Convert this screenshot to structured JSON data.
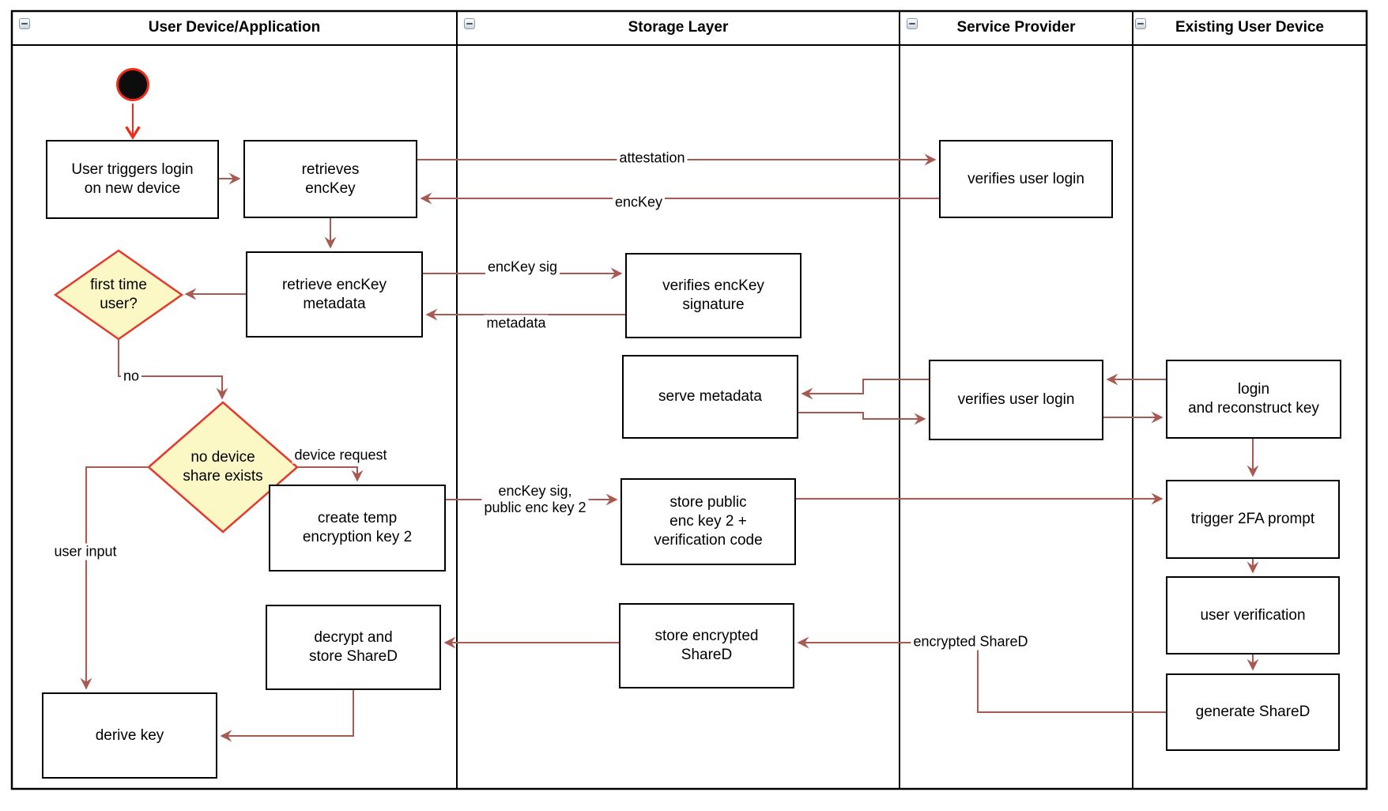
{
  "lanes": [
    {
      "title": "User Device/Application"
    },
    {
      "title": "Storage Layer"
    },
    {
      "title": "Service Provider"
    },
    {
      "title": "Existing User Device"
    }
  ],
  "nodes": {
    "n1": {
      "label": "User triggers login\non new device"
    },
    "n2": {
      "label": "retrieves\nencKey"
    },
    "n3": {
      "label": "retrieve encKey\nmetadata"
    },
    "n4": {
      "label": "create temp\nencryption key 2"
    },
    "n5": {
      "label": "decrypt and\nstore ShareD"
    },
    "n6": {
      "label": "derive key"
    },
    "n7": {
      "label": "verifies encKey\nsignature"
    },
    "n8": {
      "label": "serve metadata"
    },
    "n9": {
      "label": "store public\nenc key 2 +\nverification code"
    },
    "n10": {
      "label": "store encrypted\nShareD"
    },
    "n11": {
      "label": "verifies user login"
    },
    "n12": {
      "label": "verifies user login"
    },
    "n13": {
      "label": "login\nand reconstruct key"
    },
    "n14": {
      "label": "trigger 2FA prompt"
    },
    "n15": {
      "label": "user verification"
    },
    "n16": {
      "label": "generate ShareD"
    },
    "d1": {
      "label": "first time\nuser?"
    },
    "d2": {
      "label": "no device\nshare exists"
    }
  },
  "edge_labels": {
    "attestation": "attestation",
    "enckey": "encKey",
    "enckey_sig": "encKey sig",
    "metadata": "metadata",
    "no": "no",
    "device_request": "device request",
    "user_input": "user input",
    "enckey_sig_public": "encKey sig,\npublic enc key 2",
    "encrypted_shared": "encrypted ShareD"
  },
  "colors": {
    "arrow": "#A85A52",
    "highlight_arrow": "#F22A18",
    "decision_fill": "#FBF8C6",
    "decision_border": "#E6392C",
    "node_border": "#000000",
    "lane_border": "#000000"
  }
}
